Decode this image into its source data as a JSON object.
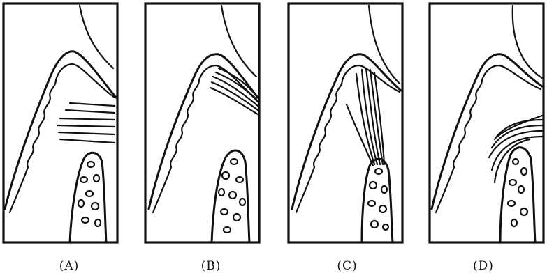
{
  "panels": [
    {
      "caption": "(A)"
    },
    {
      "caption": "(B)"
    },
    {
      "caption": "(C)"
    },
    {
      "caption": "(D)"
    }
  ]
}
